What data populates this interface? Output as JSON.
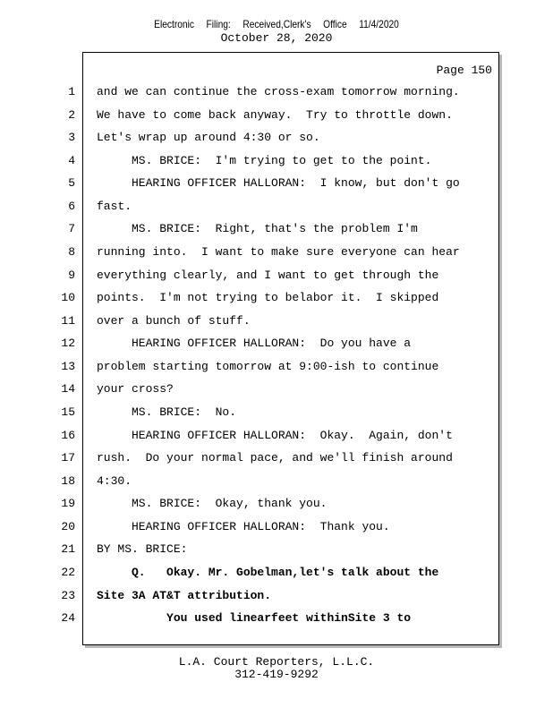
{
  "stamp": {
    "parts": [
      "Electronic",
      "Filing:",
      "Received,Clerk's",
      "Office",
      "11/4/2020"
    ]
  },
  "date": "October 28, 2020",
  "page_label": "Page 150",
  "lines": [
    {
      "n": "1",
      "t": "and we can continue the cross-exam tomorrow morning."
    },
    {
      "n": "2",
      "t": "We have to come back anyway.  Try to throttle down."
    },
    {
      "n": "3",
      "t": "Let's wrap up around 4:30 or so."
    },
    {
      "n": "4",
      "t": "     MS. BRICE:  I'm trying to get to the point."
    },
    {
      "n": "5",
      "t": "     HEARING OFFICER HALLORAN:  I know, but don't go"
    },
    {
      "n": "6",
      "t": "fast."
    },
    {
      "n": "7",
      "t": "     MS. BRICE:  Right, that's the problem I'm"
    },
    {
      "n": "8",
      "t": "running into.  I want to make sure everyone can hear"
    },
    {
      "n": "9",
      "t": "everything clearly, and I want to get through the"
    },
    {
      "n": "10",
      "t": "points.  I'm not trying to belabor it.  I skipped"
    },
    {
      "n": "11",
      "t": "over a bunch of stuff."
    },
    {
      "n": "12",
      "t": "     HEARING OFFICER HALLORAN:  Do you have a"
    },
    {
      "n": "13",
      "t": "problem starting tomorrow at 9:00-ish to continue"
    },
    {
      "n": "14",
      "t": "your cross?"
    },
    {
      "n": "15",
      "t": "     MS. BRICE:  No."
    },
    {
      "n": "16",
      "t": "     HEARING OFFICER HALLORAN:  Okay.  Again, don't"
    },
    {
      "n": "17",
      "t": "rush.  Do your normal pace, and we'll finish around"
    },
    {
      "n": "18",
      "t": "4:30."
    },
    {
      "n": "19",
      "t": "     MS. BRICE:  Okay, thank you."
    },
    {
      "n": "20",
      "t": "     HEARING OFFICER HALLORAN:  Thank you."
    },
    {
      "n": "21",
      "t": "BY MS. BRICE:"
    },
    {
      "n": "22",
      "t": "     Q.   Okay. Mr. Gobelman,let's talk about the",
      "bold": true
    },
    {
      "n": "23",
      "t": "Site 3A AT&T attribution.",
      "bold": true
    },
    {
      "n": "24",
      "t": "          You used linearfeet withinSite 3 to",
      "bold": true
    }
  ],
  "footer": {
    "company": "L.A. Court Reporters, L.L.C.",
    "phone": "312-419-9292"
  }
}
